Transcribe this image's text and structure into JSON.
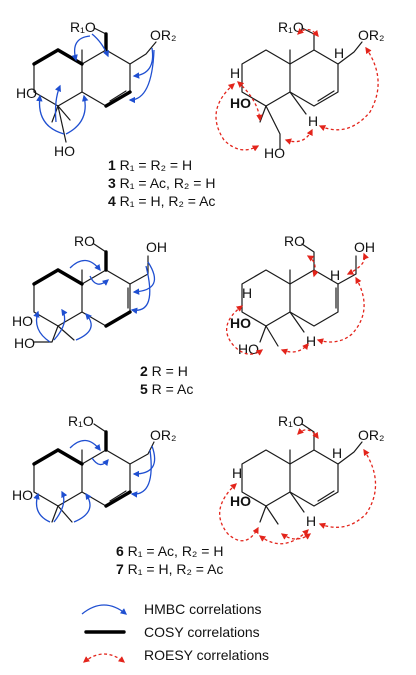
{
  "colors": {
    "hmbc": "#1f4fd1",
    "roesy": "#e3241b",
    "cosy": "#000000",
    "bond": "#1a1a1a"
  },
  "atoms": {
    "r1o": "R₁O",
    "or2": "OR₂",
    "ro": "RO",
    "oh": "OH",
    "ho": "HO",
    "h": "H"
  },
  "group1": {
    "line1_num": "1",
    "line1_text": " R₁ = R₂ = H",
    "line2_num": "3",
    "line2_text": " R₁ = Ac, R₂ = H",
    "line3_num": "4",
    "line3_text": " R₁ = H, R₂ = Ac"
  },
  "group2": {
    "line1_num": "2",
    "line1_text": " R = H",
    "line2_num": "5",
    "line2_text": " R = Ac"
  },
  "group3": {
    "line1_num": "6",
    "line1_text": " R₁ = Ac, R₂ = H",
    "line2_num": "7",
    "line2_text": " R₁ = H, R₂ = Ac"
  },
  "legend": {
    "hmbc": "HMBC correlations",
    "cosy": "COSY correlations",
    "roesy": "ROESY correlations"
  }
}
